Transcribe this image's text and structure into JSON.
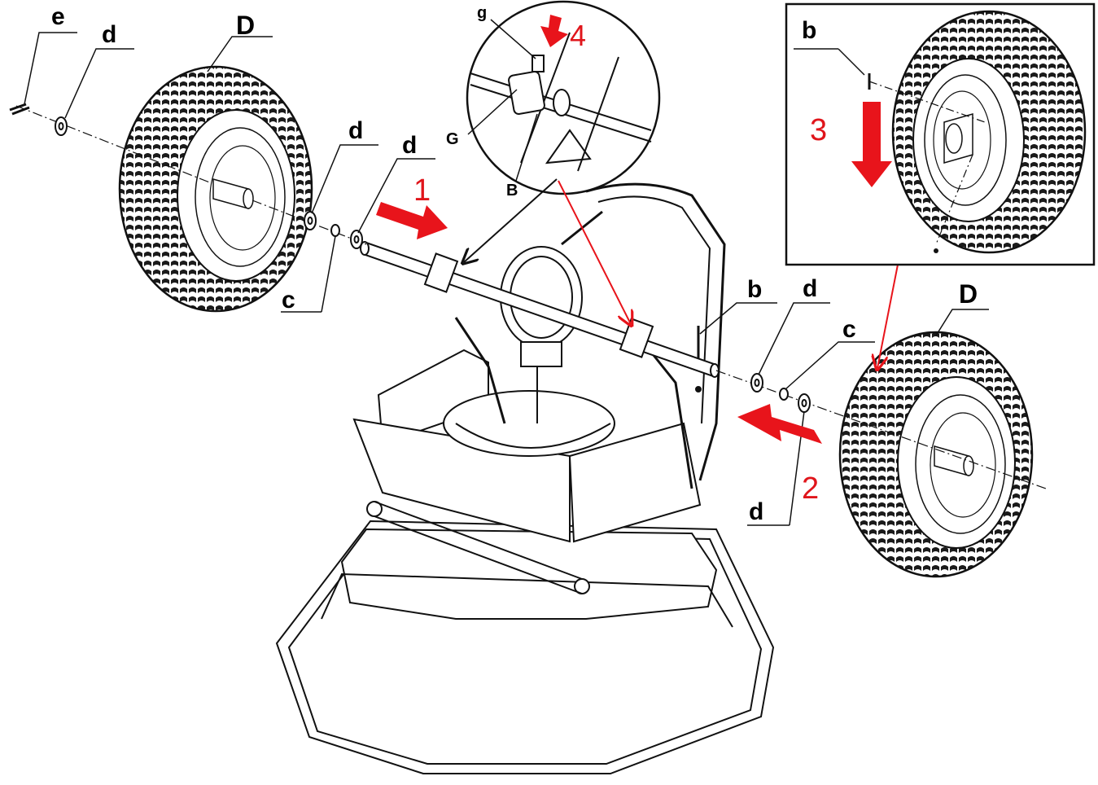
{
  "colors": {
    "ink": "#111111",
    "accent": "#e8141b",
    "paper": "#ffffff"
  },
  "labels": {
    "e_left": "e",
    "d_left": "d",
    "D_left": "D",
    "d_axle_outer": "d",
    "d_axle_inner": "d",
    "c_left": "c",
    "b_right": "b",
    "d_right_top": "d",
    "c_right": "c",
    "D_right": "D",
    "d_right_bottom": "d",
    "detail_g": "g",
    "detail_G": "G",
    "detail_B": "B",
    "inset_b": "b"
  },
  "callouts": {
    "step1": "1",
    "step2": "2",
    "step3": "3",
    "step4": "4"
  },
  "icons": {
    "arrow": "red-block-arrow",
    "wheel": "turf-tire-wheel",
    "washer": "flat-washer",
    "pin": "cotter-pin"
  }
}
